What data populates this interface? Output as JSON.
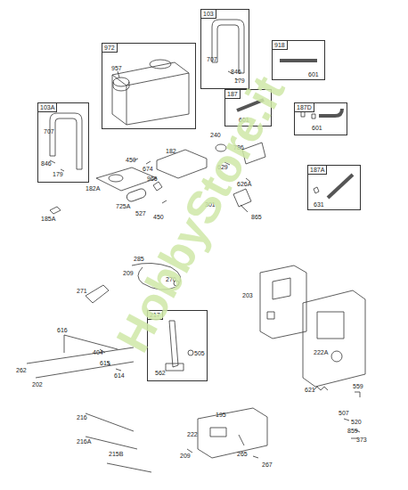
{
  "diagram": {
    "nodes": [
      {
        "text": [
          "972",
          "957"
        ]
      },
      {
        "text": [
          "103",
          "707",
          "846",
          "179"
        ]
      },
      {
        "text": [
          "918",
          "601"
        ]
      },
      {
        "text": [
          "103A",
          "707",
          "846",
          "179"
        ]
      },
      {
        "text": [
          "187",
          "601"
        ]
      },
      {
        "text": [
          "187D",
          "601"
        ]
      },
      {
        "text": [
          "187A",
          "631"
        ]
      },
      {
        "text": [
          "217",
          "562",
          "505"
        ]
      }
    ],
    "edges": [],
    "labels": [
      "182",
      "450",
      "674",
      "182A",
      "966",
      "240",
      "786",
      "629",
      "626A",
      "725A",
      "527",
      "450",
      "301",
      "865",
      "185A",
      "285",
      "209",
      "270",
      "271",
      "203",
      "616",
      "404",
      "615",
      "614",
      "262",
      "202",
      "222A",
      "621",
      "559",
      "507",
      "520",
      "859",
      "373",
      "216",
      "216A",
      "215B",
      "195",
      "222",
      "209",
      "265",
      "267",
      "HobbyStore.it"
    ]
  }
}
